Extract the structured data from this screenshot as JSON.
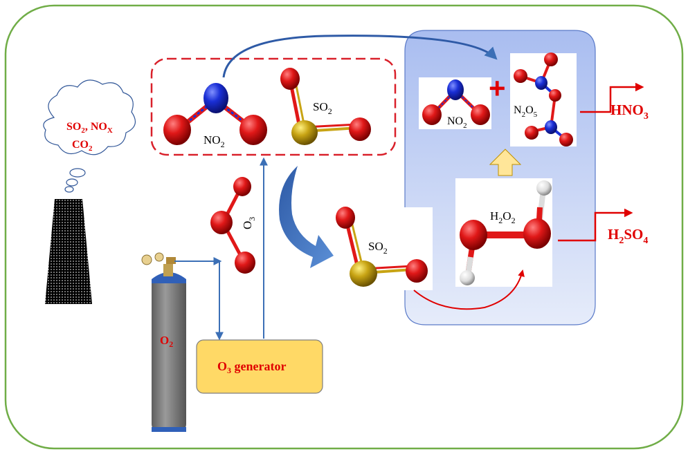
{
  "cloud": {
    "line1": "SO",
    "line1_sub": "2",
    "line1_sep": ", NO",
    "line1_sub2": "X",
    "line2": "CO",
    "line2_sub": "2"
  },
  "cylinder": {
    "label": "O",
    "label_sub": "2"
  },
  "generator": {
    "label_main": "O",
    "label_sub": "3",
    "label_rest": " generator"
  },
  "molecules": {
    "no2_top": {
      "label": "NO",
      "label_sub": "2"
    },
    "so2_top": {
      "label": "SO",
      "label_sub": "2"
    },
    "o3": {
      "label": "O",
      "label_sub": "3"
    },
    "so2_mid": {
      "label": "SO",
      "label_sub": "2"
    },
    "no2_box": {
      "label": "NO",
      "label_sub": "2"
    },
    "n2o5": {
      "label": "N",
      "label_sub": "2",
      "label_mid": "O",
      "label_sub2": "5"
    },
    "h2o2": {
      "label": "H",
      "label_sub": "2",
      "label_mid": "O",
      "label_sub2": "2"
    }
  },
  "products": {
    "hno3": {
      "label": "HNO",
      "label_sub": "3"
    },
    "h2so4": {
      "label": "H",
      "label_sub": "2",
      "label_mid": "SO",
      "label_sub2": "4"
    }
  },
  "plus_symbol": "+",
  "colors": {
    "frame_green": "#70ad47",
    "red_label": "#e00000",
    "dashed_red": "#d9202a",
    "blue_arrow": "#3b6fb6",
    "panel_blue": "#c5d3f1",
    "generator_fill": "#ffd966",
    "oxygen_red": "#e01818",
    "nitrogen_blue": "#1a2fd6",
    "sulfur_gold": "#c8a414",
    "hydrogen_white": "#e8e8e8",
    "cylinder_gray": "#7f7f7f"
  }
}
